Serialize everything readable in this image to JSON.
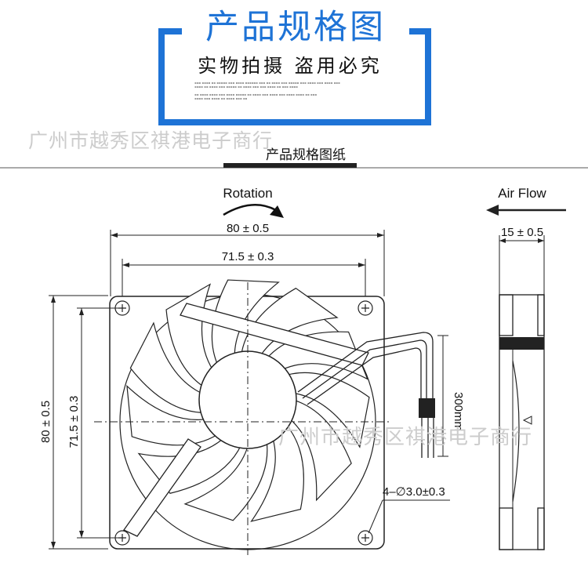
{
  "header": {
    "title": "产品规格图",
    "subtitle": "实物拍摄 盗用必究",
    "accent_color": "#1e73d6"
  },
  "watermark": {
    "shop_name": "广州市越秀区祺港电子商行"
  },
  "section": {
    "title": "产品规格图纸"
  },
  "drawing": {
    "rotation_label": "Rotation",
    "airflow_label": "Air Flow",
    "width_outer": "80 ± 0.5",
    "width_holes": "71.5 ± 0.3",
    "height_outer": "80 ± 0.5",
    "height_holes": "71.5 ± 0.3",
    "thickness": "15 ± 0.5",
    "cable_length": "300mm",
    "hole_spec": "4–∅3.0±0.3"
  }
}
